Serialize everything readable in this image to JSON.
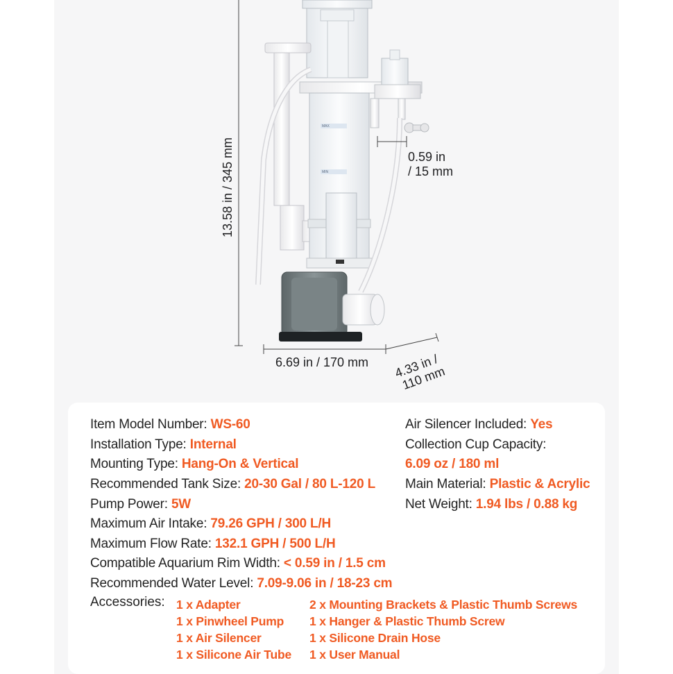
{
  "dimensions": {
    "height": "13.58 in / 345 mm",
    "width": "6.69 in / 170 mm",
    "depth_line1": "4.33 in /",
    "depth_line2": "110 mm",
    "rim_line1": "0.59 in",
    "rim_line2": "/ 15 mm",
    "max_mark": "MAX",
    "min_mark": "MIN"
  },
  "specs_left": [
    {
      "label": "Item Model Number: ",
      "value": "WS-60"
    },
    {
      "label": "Installation Type: ",
      "value": "Internal"
    },
    {
      "label": "Mounting Type: ",
      "value": "Hang-On & Vertical"
    },
    {
      "label": "Recommended Tank Size: ",
      "value": "20-30 Gal / 80 L-120 L"
    },
    {
      "label": "Pump Power: ",
      "value": "5W"
    },
    {
      "label": "Maximum Air Intake: ",
      "value": "79.26 GPH / 300 L/H"
    },
    {
      "label": "Maximum Flow Rate: ",
      "value": "132.1 GPH / 500 L/H"
    },
    {
      "label": "Compatible Aquarium Rim Width: ",
      "value": "< 0.59 in / 1.5 cm"
    },
    {
      "label": "Recommended Water Level: ",
      "value": "7.09-9.06 in / 18-23 cm"
    }
  ],
  "specs_right": {
    "air_silencer": {
      "label": "Air Silencer Included: ",
      "value": "Yes"
    },
    "cup_label": "Collection Cup Capacity:",
    "cup_value": "6.09 oz / 180 ml",
    "material": {
      "label": "Main Material: ",
      "value": "Plastic & Acrylic"
    },
    "weight": {
      "label": "Net Weight: ",
      "value": "1.94 lbs / 0.88 kg"
    }
  },
  "accessories": {
    "label": "Accessories:",
    "col1": [
      "1 x Adapter",
      "1 x Pinwheel Pump",
      "1 x Air Silencer",
      "1 x Silicone Air Tube"
    ],
    "col2": [
      "2 x Mounting Brackets & Plastic Thumb Screws",
      "1 x Hanger & Plastic Thumb Screw",
      "1 x Silicone Drain Hose",
      "1 x User Manual"
    ]
  },
  "colors": {
    "accent": "#f05a22",
    "text": "#222222",
    "background": "#f6f6f7"
  }
}
